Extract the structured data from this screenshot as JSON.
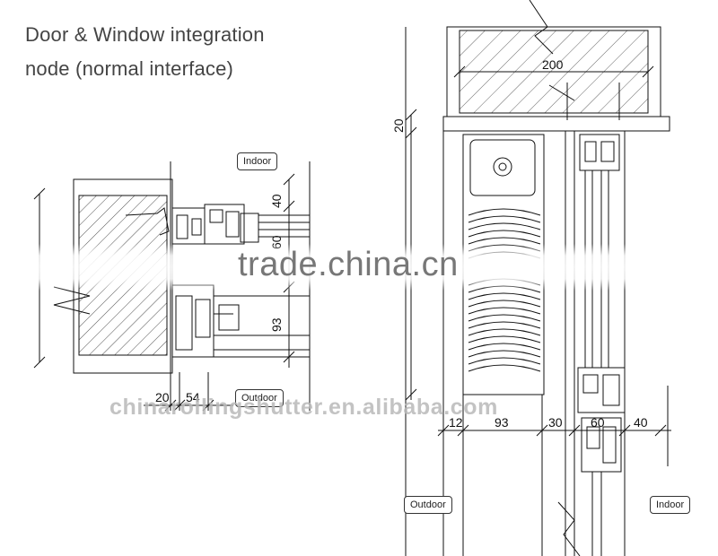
{
  "title": {
    "line1": "Door & Window integration",
    "line2": "node (normal interface)"
  },
  "labels": {
    "indoor_left": "Indoor",
    "outdoor_left": "Outdoor",
    "outdoor_right": "Outdoor",
    "indoor_right": "Indoor"
  },
  "dimensions": {
    "left_40": "40",
    "left_60": "60",
    "left_93": "93",
    "left_20": "20",
    "left_54": "54",
    "right_200": "200",
    "right_20": "20",
    "right_12": "12",
    "right_93": "93",
    "right_30": "30",
    "right_60": "60",
    "right_40": "40"
  },
  "watermarks": {
    "main": "trade.china.cn",
    "sub": "chinarollingshutter.en.alibaba.com"
  },
  "colors": {
    "line": "#111111",
    "title": "#444444",
    "watermark": "#777777"
  }
}
